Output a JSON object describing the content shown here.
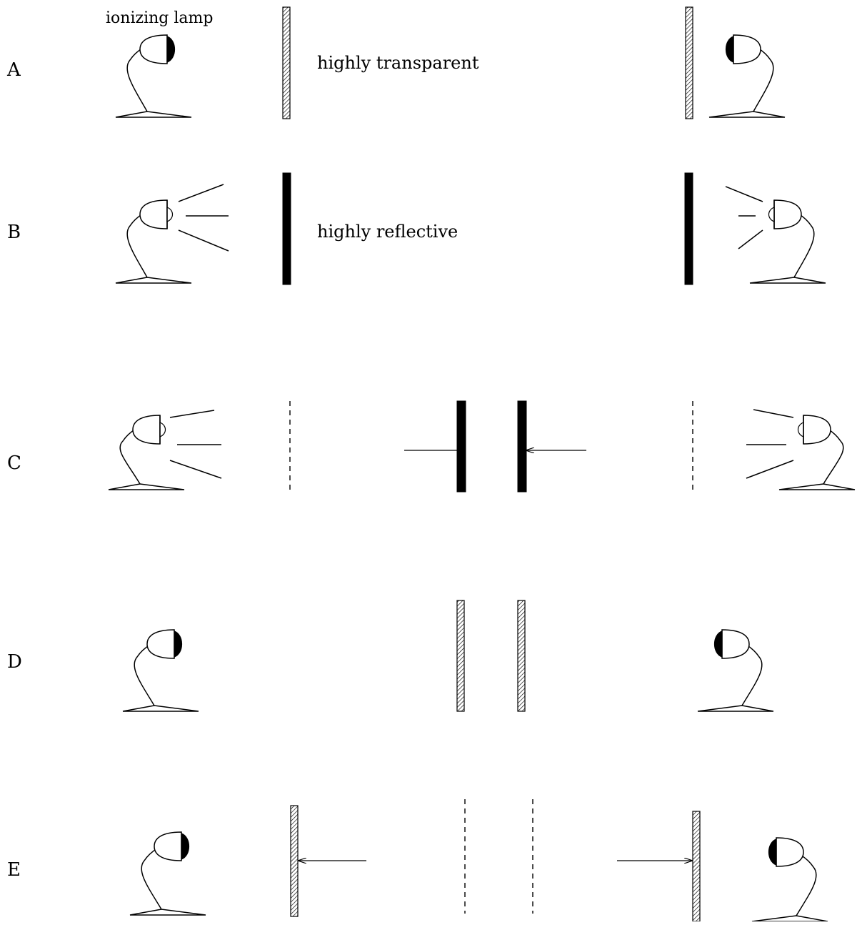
{
  "labels": {
    "lamp_caption": "ionizing lamp",
    "transparent_note": "highly transparent",
    "reflective_note": "highly reflective"
  },
  "rows": [
    {
      "id": "A",
      "label": "A",
      "lamps": "off",
      "outer_plates": "hatched",
      "inner_plates": "none"
    },
    {
      "id": "B",
      "label": "B",
      "lamps": "on",
      "outer_plates": "solid",
      "inner_plates": "none"
    },
    {
      "id": "C",
      "label": "C",
      "lamps": "on",
      "outer_plates": "dashed",
      "inner_plates": "solid"
    },
    {
      "id": "D",
      "label": "D",
      "lamps": "off",
      "outer_plates": "none",
      "inner_plates": "hatched"
    },
    {
      "id": "E",
      "label": "E",
      "lamps": "off",
      "outer_plates": "hatched",
      "inner_plates": "dashed"
    }
  ]
}
